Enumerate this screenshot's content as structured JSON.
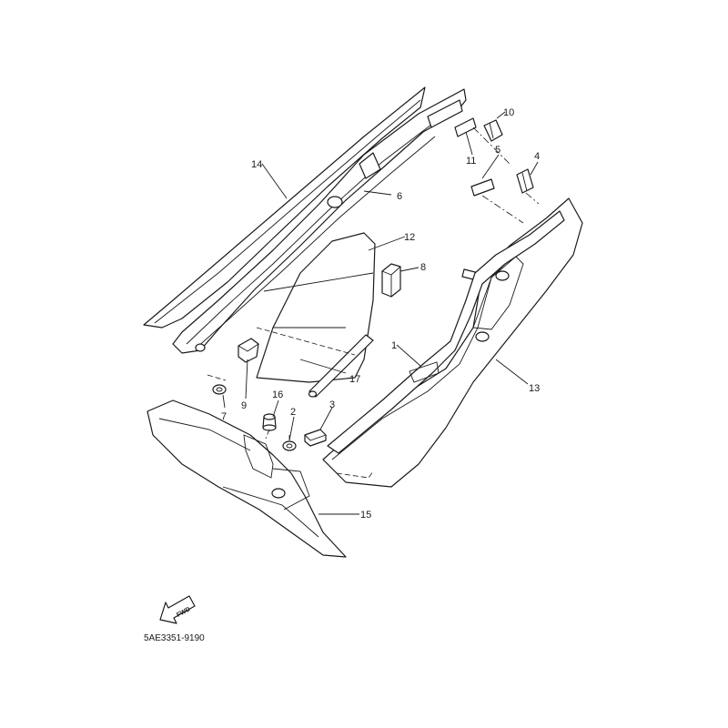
{
  "diagram": {
    "code": "5AE3351-9190",
    "fwd_label": "FWD",
    "callouts": {
      "p1": "1",
      "p2": "2",
      "p3": "3",
      "p4": "4",
      "p5": "5",
      "p6": "6",
      "p7": "7",
      "p8": "8",
      "p9": "9",
      "p10": "10",
      "p11": "11",
      "p12": "12",
      "p13": "13",
      "p14": "14",
      "p15": "15",
      "p16": "16",
      "p17": "17"
    }
  }
}
